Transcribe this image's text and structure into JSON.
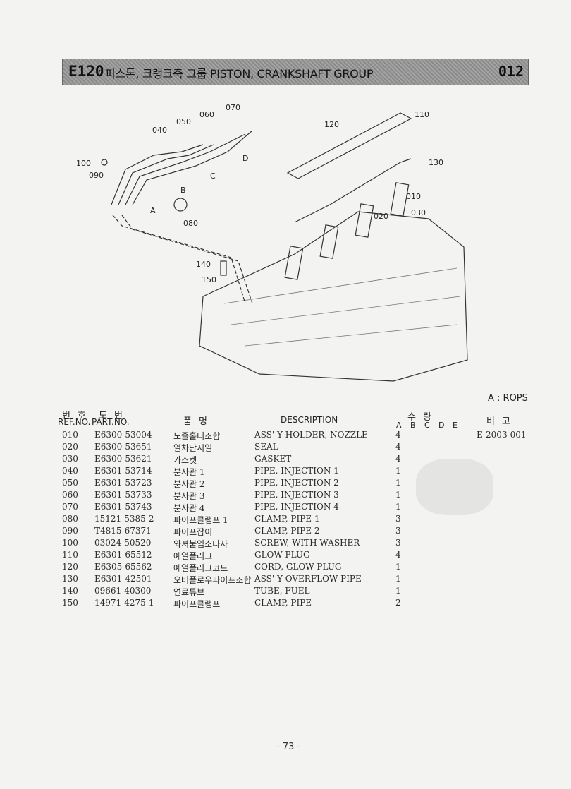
{
  "header": {
    "code": "E120",
    "title": "피스톤, 크랭크축 그룹 PISTON, CRANKSHAFT GROUP",
    "number": "012"
  },
  "diagram": {
    "callouts": [
      "010",
      "020",
      "030",
      "040",
      "050",
      "060",
      "070",
      "080",
      "090",
      "100",
      "110",
      "120",
      "130",
      "140",
      "150"
    ],
    "connection_labels": [
      "A",
      "B",
      "C",
      "D"
    ]
  },
  "rops_note": "A : ROPS",
  "columns": {
    "ref_ko": "번호",
    "ref_en": "REF.NO.",
    "part_ko": "도번",
    "part_en": "PART.NO.",
    "name_ko": "품명",
    "description": "DESCRIPTION",
    "qty_ko": "수량",
    "qty_sub": [
      "A",
      "B",
      "C",
      "D",
      "E"
    ],
    "remarks_ko": "비고"
  },
  "parts": [
    {
      "ref": "010",
      "part": "E6300-53004",
      "name_ko": "노즐홀더조합",
      "desc": "ASS' Y HOLDER, NOZZLE",
      "qty": "4",
      "note": "E-2003-001"
    },
    {
      "ref": "020",
      "part": "E6300-53651",
      "name_ko": "열차단시일",
      "desc": "SEAL",
      "qty": "4",
      "note": ""
    },
    {
      "ref": "030",
      "part": "E6300-53621",
      "name_ko": "가스켓",
      "desc": "GASKET",
      "qty": "4",
      "note": ""
    },
    {
      "ref": "040",
      "part": "E6301-53714",
      "name_ko": "분사관 1",
      "desc": "PIPE, INJECTION 1",
      "qty": "1",
      "note": ""
    },
    {
      "ref": "050",
      "part": "E6301-53723",
      "name_ko": "분사관 2",
      "desc": "PIPE, INJECTION 2",
      "qty": "1",
      "note": ""
    },
    {
      "ref": "060",
      "part": "E6301-53733",
      "name_ko": "분사관 3",
      "desc": "PIPE, INJECTION 3",
      "qty": "1",
      "note": ""
    },
    {
      "ref": "070",
      "part": "E6301-53743",
      "name_ko": "분사관 4",
      "desc": "PIPE, INJECTION 4",
      "qty": "1",
      "note": ""
    },
    {
      "ref": "080",
      "part": "15121-5385-2",
      "name_ko": "파이프클램프 1",
      "desc": "CLAMP, PIPE 1",
      "qty": "3",
      "note": ""
    },
    {
      "ref": "090",
      "part": "T4815-67371",
      "name_ko": "파이프잡이",
      "desc": "CLAMP, PIPE 2",
      "qty": "3",
      "note": ""
    },
    {
      "ref": "100",
      "part": "03024-50520",
      "name_ko": "와셔붙임소나사",
      "desc": "SCREW, WITH WASHER",
      "qty": "3",
      "note": ""
    },
    {
      "ref": "110",
      "part": "E6301-65512",
      "name_ko": "예열플러그",
      "desc": "GLOW PLUG",
      "qty": "4",
      "note": ""
    },
    {
      "ref": "120",
      "part": "E6305-65562",
      "name_ko": "예열플러그코드",
      "desc": "CORD, GLOW PLUG",
      "qty": "1",
      "note": ""
    },
    {
      "ref": "130",
      "part": "E6301-42501",
      "name_ko": "오버플로우파이프조합",
      "desc": "ASS' Y OVERFLOW PIPE",
      "qty": "1",
      "note": ""
    },
    {
      "ref": "140",
      "part": "09661-40300",
      "name_ko": "연료튜브",
      "desc": "TUBE, FUEL",
      "qty": "1",
      "note": ""
    },
    {
      "ref": "150",
      "part": "14971-4275-1",
      "name_ko": "파이프클램프",
      "desc": "CLAMP, PIPE",
      "qty": "2",
      "note": ""
    }
  ],
  "page_number": "- 73 -"
}
